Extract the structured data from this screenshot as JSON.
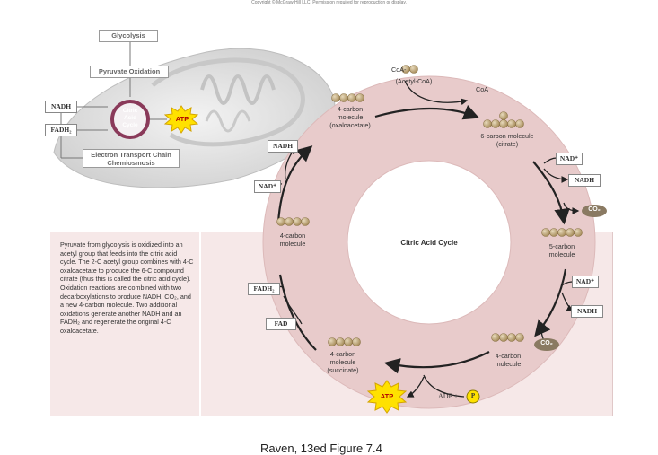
{
  "copyright": "Copyright © McGraw Hill LLC. Permission required for reproduction or display.",
  "inset": {
    "glycolysis": "Glycolysis",
    "pyruvate_oxidation": "Pyruvate Oxidation",
    "cycle_label": [
      "Citric",
      "Acid",
      "Cycle"
    ],
    "atp": "ATP",
    "nadh": "NADH",
    "fadh2": "FADH₂",
    "etc_line1": "Electron Transport Chain",
    "etc_line2": "Chemiosmosis"
  },
  "description": "Pyruvate from glycolysis is oxidized into an acetyl group that feeds into the citric acid cycle. The 2-C acetyl group combines with 4-C oxaloacetate to produce the 6-C compound citrate (thus this is called the citric acid cycle). Oxidation reactions are combined with two decarboxylations to produce NADH, CO₂, and a new 4-carbon molecule. Two additional oxidations generate another NADH and an FADH₂ and regenerate the original 4-C oxaloacetate.",
  "cycle": {
    "title": "Citric Acid Cycle",
    "coa_input": "CoA-",
    "acetyl_coa": "(Acetyl-CoA)",
    "coa_output": "CoA",
    "oxaloacetate": [
      "4-carbon",
      "molecule",
      "(oxaloacetate)"
    ],
    "citrate": [
      "6-carbon molecule",
      "(citrate)"
    ],
    "five_carbon": [
      "5-carbon",
      "molecule"
    ],
    "four_carbon_right": [
      "4-carbon",
      "molecule"
    ],
    "succinate": [
      "4-carbon",
      "molecule",
      "(succinate)"
    ],
    "four_carbon_left": [
      "4-carbon",
      "molecule"
    ],
    "nad_1": "NAD⁺",
    "nadh_1": "NADH",
    "co2_1": "CO₂",
    "nad_2": "NAD⁺",
    "nadh_2": "NADH",
    "co2_2": "CO₂",
    "adp": "ADP +",
    "p": "P",
    "atp": "ATP",
    "fadh2": "FADH₂",
    "fad": "FAD",
    "nad_left": "NAD⁺",
    "nadh_left": "NADH"
  },
  "footer": "Raven, 13ed Figure 7.4"
}
